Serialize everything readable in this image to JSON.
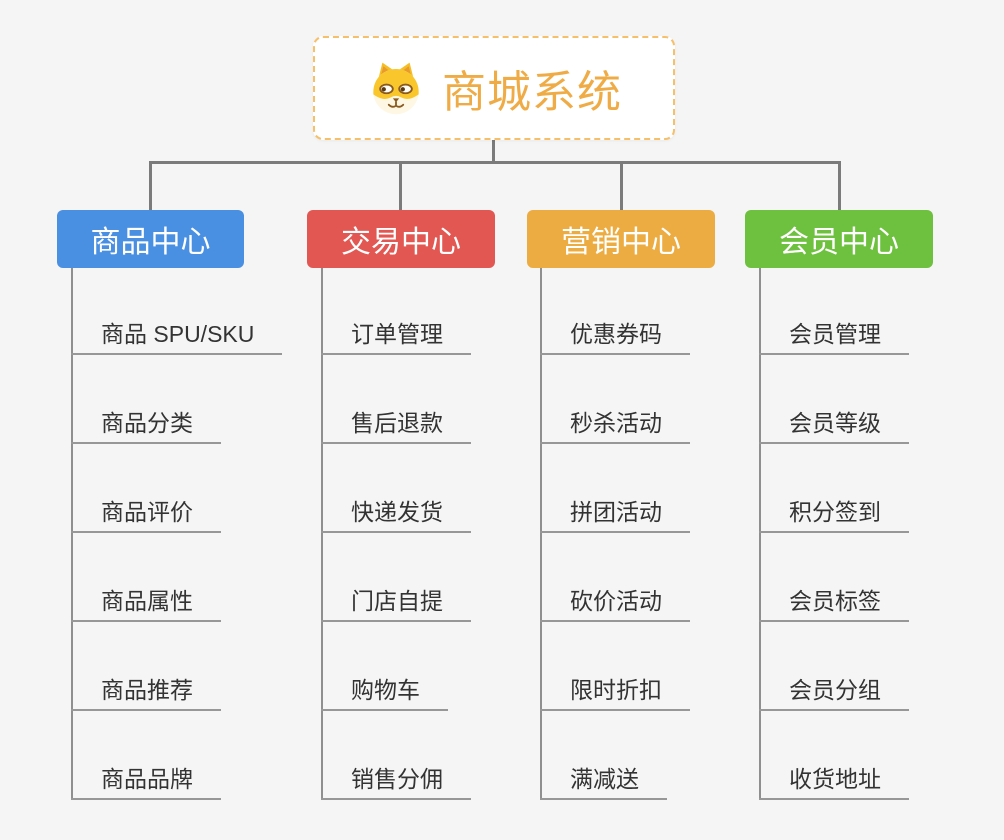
{
  "root": {
    "title": "商城系统",
    "icon": "dog-face-icon"
  },
  "branches": [
    {
      "label": "商品中心",
      "color": "#4990e2",
      "items": [
        "商品 SPU/SKU",
        "商品分类",
        "商品评价",
        "商品属性",
        "商品推荐",
        "商品品牌"
      ]
    },
    {
      "label": "交易中心",
      "color": "#e25752",
      "items": [
        "订单管理",
        "售后退款",
        "快递发货",
        "门店自提",
        "购物车",
        "销售分佣"
      ]
    },
    {
      "label": "营销中心",
      "color": "#ecac41",
      "items": [
        "优惠券码",
        "秒杀活动",
        "拼团活动",
        "砍价活动",
        "限时折扣",
        "满减送"
      ]
    },
    {
      "label": "会员中心",
      "color": "#6ec03f",
      "items": [
        "会员管理",
        "会员等级",
        "积分签到",
        "会员标签",
        "会员分组",
        "收货地址"
      ]
    }
  ],
  "colors": {
    "background": "#f5f5f5",
    "connector": "#7b7b7b",
    "underline": "#979797",
    "root_border": "#f6c06a",
    "root_title": "#efac46",
    "leaf_text": "#333333"
  }
}
